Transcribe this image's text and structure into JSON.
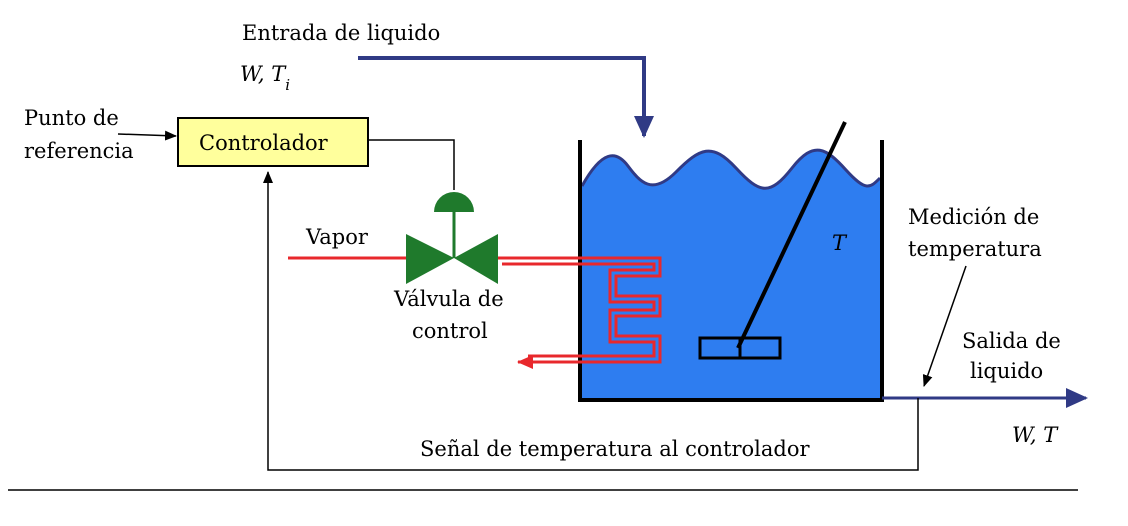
{
  "labels": {
    "inlet_title": "Entrada de liquido",
    "inlet_vars": "W, T",
    "inlet_sub": "i",
    "setpoint_line1": "Punto de",
    "setpoint_line2": "referencia",
    "controller": "Controlador",
    "steam": "Vapor",
    "valve_line1": "Válvula de",
    "valve_line2": "control",
    "tank_temp": "T",
    "measurement_line1": "Medición de",
    "measurement_line2": "temperatura",
    "outlet_line1": "Salida de",
    "outlet_line2": "liquido",
    "outlet_vars": "W, T",
    "signal": "Señal de temperatura al controlador"
  },
  "colors": {
    "liquid": "#2e7df0",
    "tank_wall": "#000000",
    "flow_arrow": "#303a85",
    "steam_line": "#e8282c",
    "valve": "#1f7a2c",
    "controller_fill": "#ffff9c",
    "signal_line": "#000000"
  },
  "icons": {
    "control_valve": "valve-icon",
    "agitator": "agitator-icon",
    "heating_coil": "coil-icon"
  }
}
